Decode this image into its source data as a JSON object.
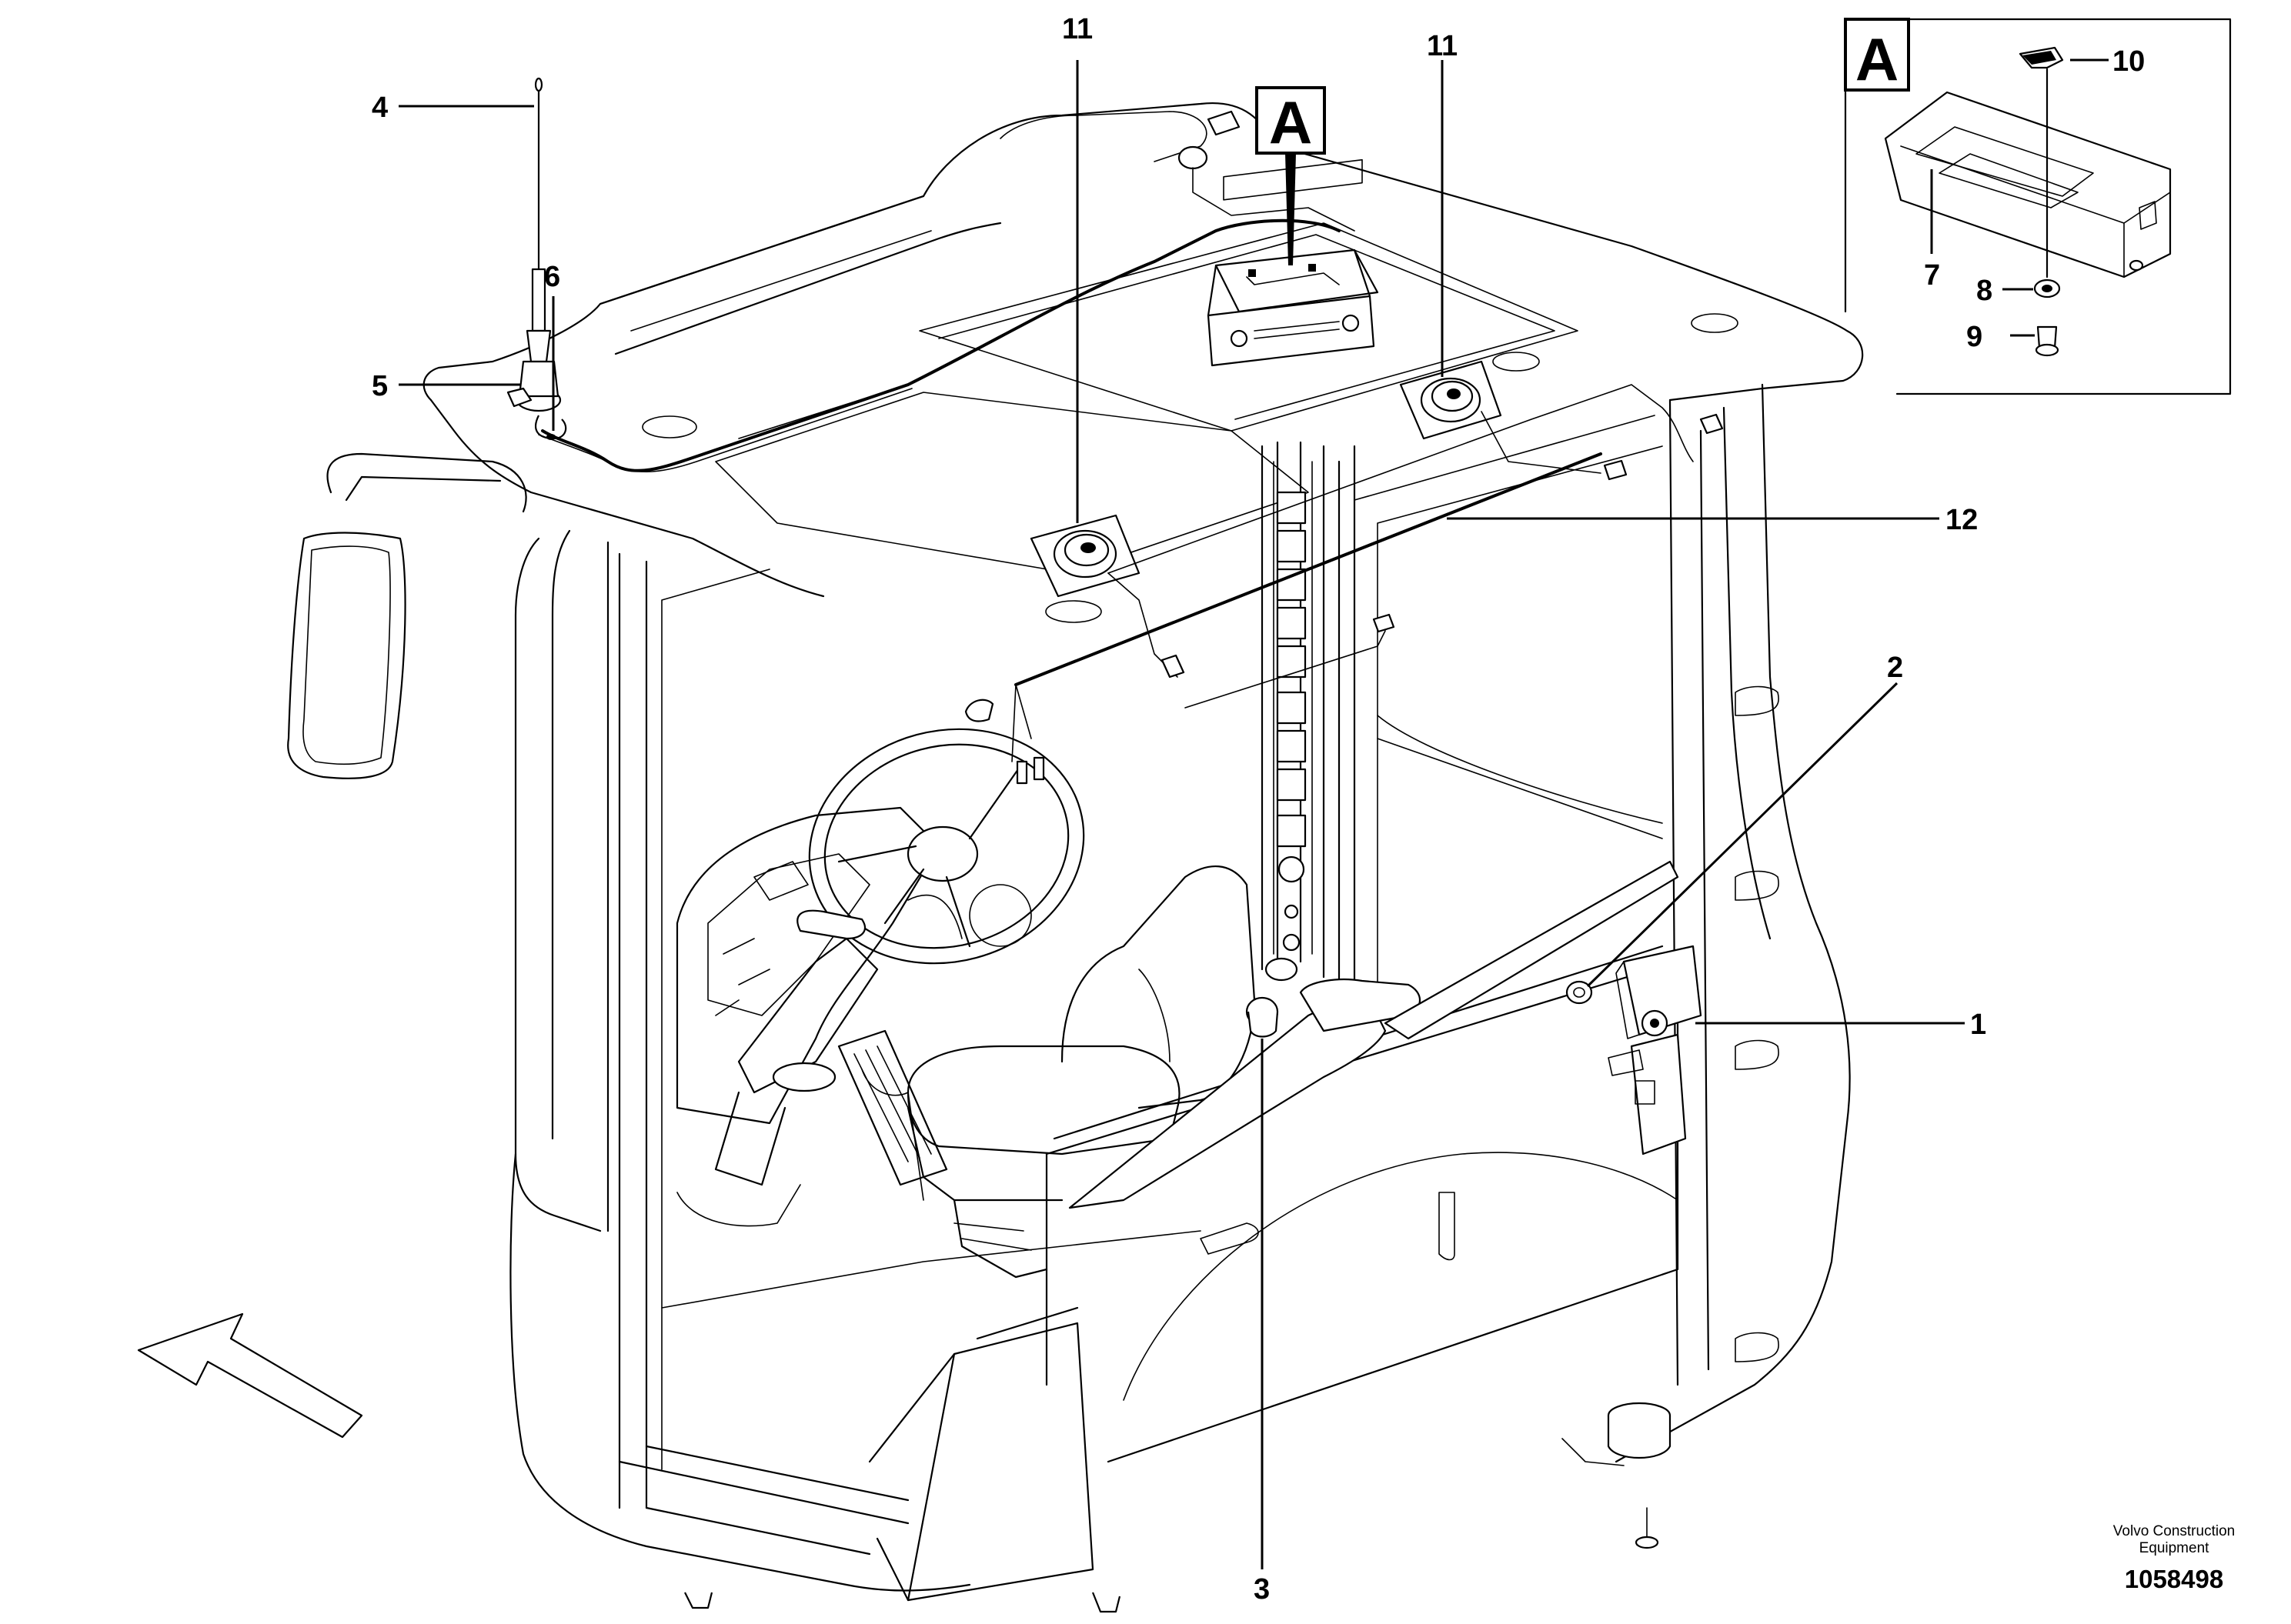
{
  "detail_view": {
    "label": "A",
    "callouts": [
      "7",
      "8",
      "9",
      "10"
    ]
  },
  "view_marker": {
    "label": "A"
  },
  "callouts": {
    "c1": "1",
    "c2": "2",
    "c3": "3",
    "c4": "4",
    "c5": "5",
    "c6": "6",
    "c11a": "11",
    "c11b": "11",
    "c12": "12"
  },
  "footer": {
    "company_line1": "Volvo Construction",
    "company_line2": "Equipment",
    "doc_number": "1058498"
  },
  "icons": {
    "view_direction": "direction-arrow-icon"
  }
}
